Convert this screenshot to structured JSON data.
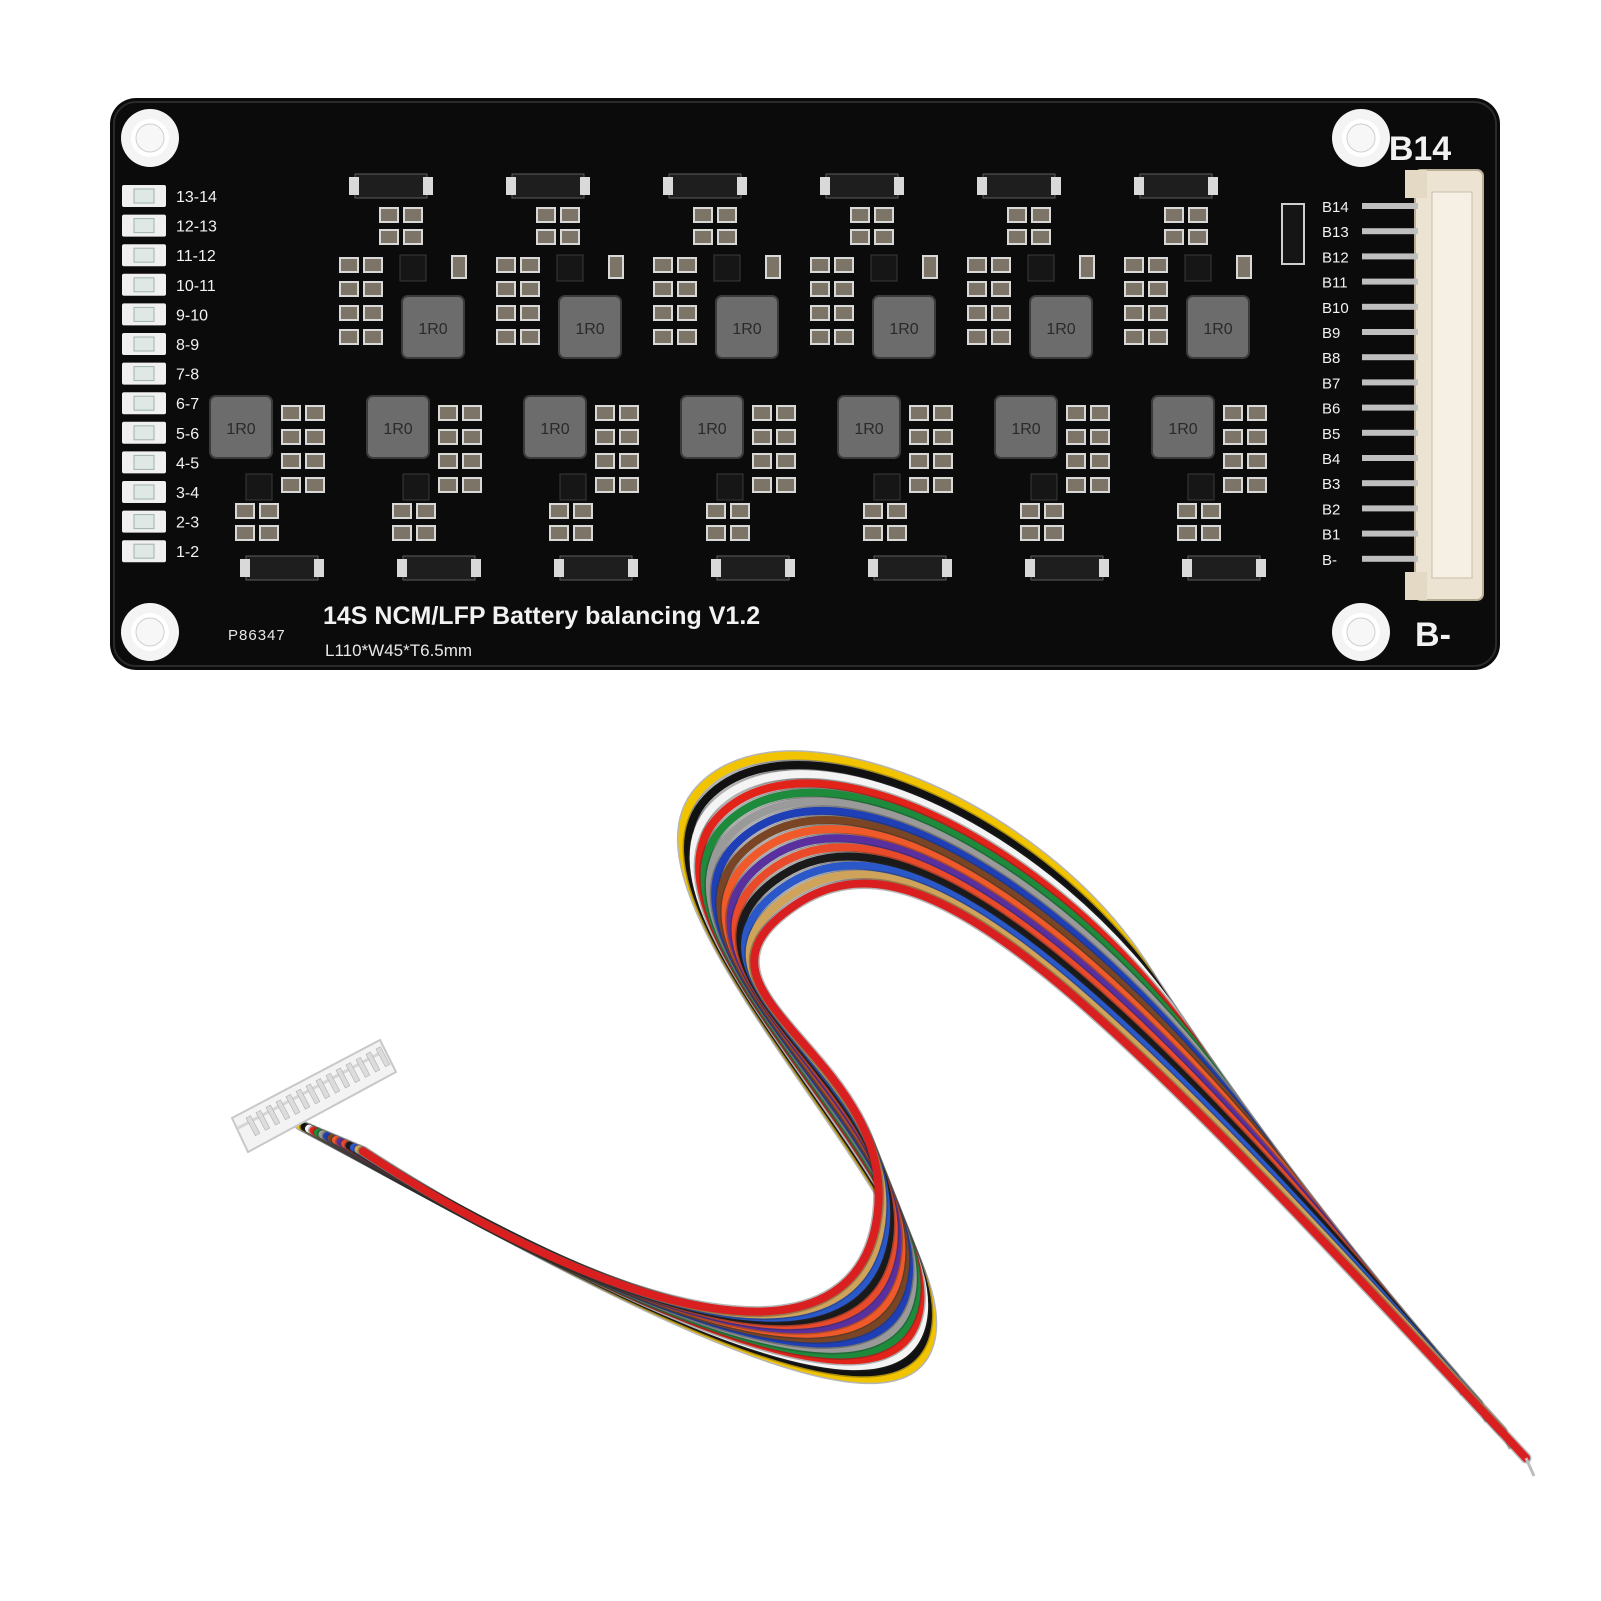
{
  "board": {
    "title": "14S NCM/LFP Battery balancing V1.2",
    "dimensions": "L110*W45*T6.5mm",
    "part_number": "P86347",
    "top_connector_label": "B14",
    "bottom_connector_label": "B-",
    "led_labels": [
      "13-14",
      "12-13",
      "11-12",
      "10-11",
      "9-10",
      "8-9",
      "7-8",
      "6-7",
      "5-6",
      "4-5",
      "3-4",
      "2-3",
      "1-2"
    ],
    "pin_labels": [
      "B14",
      "B13",
      "B12",
      "B11",
      "B10",
      "B9",
      "B8",
      "B7",
      "B6",
      "B5",
      "B4",
      "B3",
      "B2",
      "B1",
      "B-"
    ],
    "inductor_marking": "1R0",
    "colors": {
      "pcb": "#0b0b0b",
      "silk": "#f2f2f2",
      "connector": "#ece3d2"
    }
  },
  "cable": {
    "wire_colors": [
      "#f2c400",
      "#111111",
      "#f4f4f4",
      "#e2231a",
      "#1d8a3c",
      "#9a9a9a",
      "#1e3fb5",
      "#7a4524",
      "#f05a2a",
      "#5a2f9e",
      "#e84a2a",
      "#1a1a1a",
      "#2b58c9",
      "#cfa35a",
      "#d91f1f"
    ],
    "connector_color": "#f3f3f3"
  }
}
